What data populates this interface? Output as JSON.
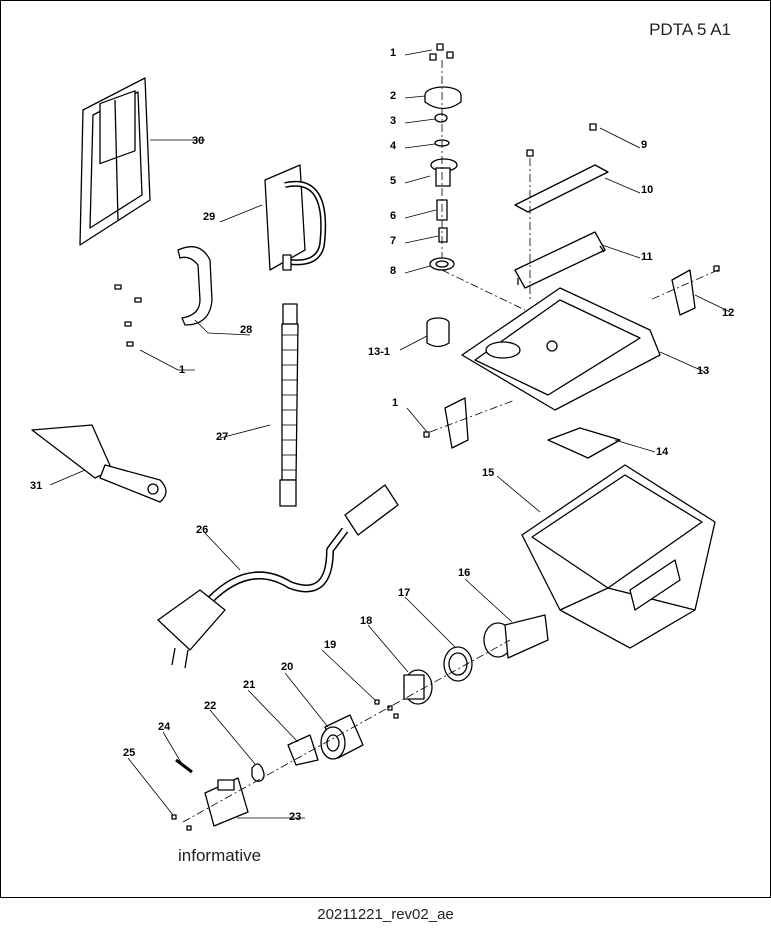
{
  "model": "PDTA 5 A1",
  "note": "informative",
  "revision": "20211221_rev02_ae",
  "callouts": [
    "1",
    "2",
    "3",
    "4",
    "5",
    "6",
    "7",
    "8",
    "9",
    "10",
    "11",
    "12",
    "13",
    "13-1",
    "1",
    "14",
    "15",
    "16",
    "17",
    "18",
    "19",
    "20",
    "21",
    "22",
    "23",
    "24",
    "25",
    "26",
    "27",
    "28",
    "1",
    "29",
    "30",
    "31"
  ]
}
